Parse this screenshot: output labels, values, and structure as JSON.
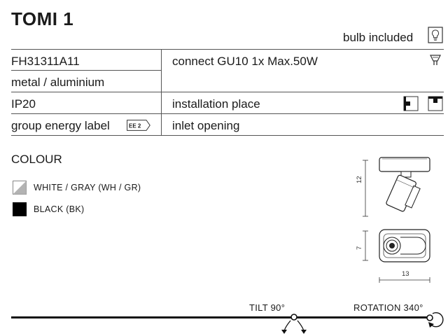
{
  "product": {
    "title": "TOMI 1",
    "bulb_note": "bulb included"
  },
  "specs": {
    "code": "FH31311A11",
    "material": "metal / aluminium",
    "ip_rating": "IP20",
    "energy_label_title": "group energy label",
    "energy_badge": "EE 2",
    "connect": "connect GU10 1x Max.50W",
    "installation": "installation place",
    "inlet": "inlet opening"
  },
  "colour": {
    "title": "COLOUR",
    "options": [
      {
        "label": "WHITE / GRAY (WH / GR)",
        "swatch": "white-gray"
      },
      {
        "label": "BLACK (BK)",
        "swatch": "#000000"
      }
    ]
  },
  "dimensions": {
    "side_height": "12",
    "front_height": "7",
    "front_width": "13"
  },
  "rotation": {
    "tilt": "TILT 90°",
    "rotation": "ROTATION 340°"
  },
  "icons": {
    "bulb": "bulb-icon",
    "gu10": "gu10-socket-icon",
    "wall_mount": "wall-mount-icon",
    "ceiling_mount": "ceiling-mount-icon",
    "tilt": "tilt-arrows-icon",
    "rotation": "rotation-arrow-icon"
  },
  "colors": {
    "text": "#1a1a1a",
    "line": "#555555",
    "black_swatch": "#000000"
  }
}
